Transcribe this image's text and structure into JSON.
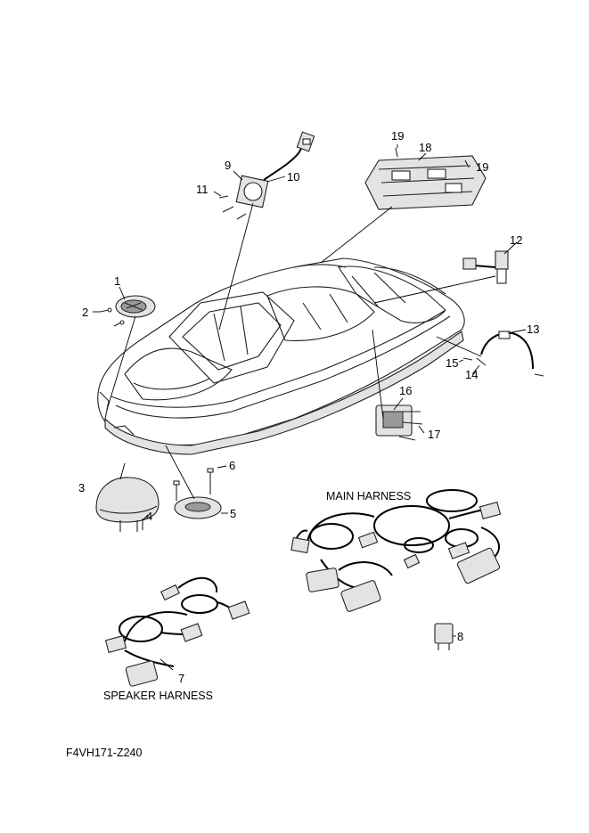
{
  "diagram": {
    "figure_code": "F4VH171-Z240",
    "captions": {
      "main_harness": "MAIN HARNESS",
      "speaker_harness": "SPEAKER HARNESS"
    },
    "callouts": [
      "1",
      "2",
      "3",
      "4",
      "5",
      "6",
      "7",
      "8",
      "9",
      "10",
      "11",
      "12",
      "13",
      "14",
      "15",
      "16",
      "17",
      "18",
      "19",
      "19"
    ]
  }
}
